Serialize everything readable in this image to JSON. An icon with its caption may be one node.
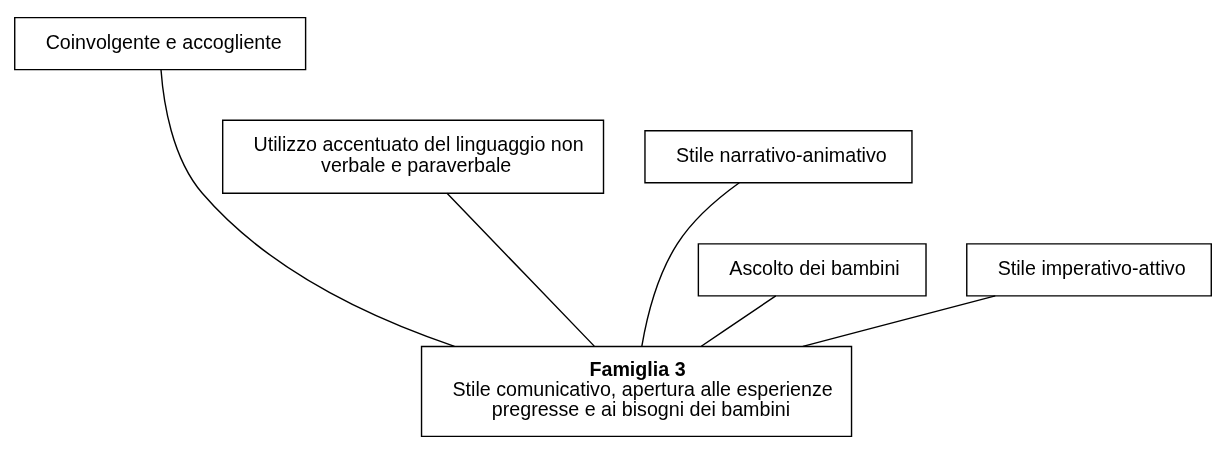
{
  "diagram": {
    "nodes": [
      {
        "text": [
          "Coinvolgente e accogliente"
        ]
      },
      {
        "text": [
          "Utilizzo accentuato del linguaggio non verbale e paraverbale"
        ]
      },
      {
        "text": [
          "Stile narrativo-animativo"
        ]
      },
      {
        "text": [
          "Ascolto dei bambini"
        ]
      },
      {
        "text": [
          "Stile imperativo-attivo"
        ]
      },
      {
        "text": [
          "Famiglia 3",
          "Stile comunicativo, apertura alle esperienze pregresse e ai bisogni dei bambini"
        ]
      }
    ],
    "edges": [
      {
        "from": 0,
        "to": 5,
        "arrow": "none"
      },
      {
        "from": 1,
        "to": 5,
        "arrow": "none"
      },
      {
        "from": 2,
        "to": 5,
        "arrow": "none"
      },
      {
        "from": 3,
        "to": 5,
        "arrow": "none"
      },
      {
        "from": 4,
        "to": 5,
        "arrow": "none"
      }
    ]
  }
}
